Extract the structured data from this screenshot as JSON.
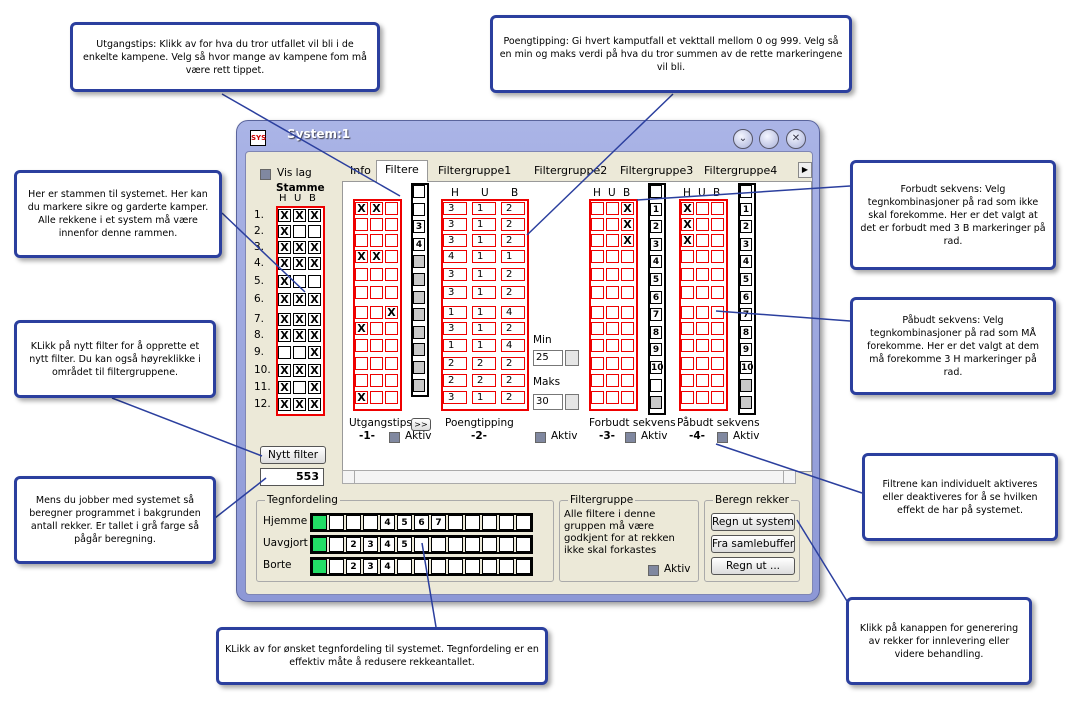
{
  "window": {
    "title": "System:1",
    "icon_text": "SYS",
    "minimize_icon": "chevron-down-icon",
    "restore_icon": "circle-icon",
    "close_icon": "close-icon"
  },
  "vis_lag": "Vis lag",
  "stamme": {
    "title": "Stamme",
    "headers": [
      "H",
      "U",
      "B"
    ],
    "rows": [
      {
        "label": "1.",
        "cells": [
          "X",
          "X",
          "X"
        ]
      },
      {
        "label": "2.",
        "cells": [
          "X",
          "",
          ""
        ]
      },
      {
        "label": "3.",
        "cells": [
          "X",
          "X",
          "X"
        ]
      },
      {
        "label": "4.",
        "cells": [
          "X",
          "X",
          "X"
        ]
      },
      {
        "label": "5.",
        "cells": [
          "X",
          "",
          ""
        ]
      },
      {
        "label": "6.",
        "cells": [
          "X",
          "X",
          "X"
        ]
      },
      {
        "label": "7.",
        "cells": [
          "X",
          "X",
          "X"
        ]
      },
      {
        "label": "8.",
        "cells": [
          "X",
          "X",
          "X"
        ]
      },
      {
        "label": "9.",
        "cells": [
          "",
          "",
          "X"
        ]
      },
      {
        "label": "10.",
        "cells": [
          "X",
          "X",
          "X"
        ]
      },
      {
        "label": "11.",
        "cells": [
          "X",
          "",
          "X"
        ]
      },
      {
        "label": "12.",
        "cells": [
          "X",
          "X",
          "X"
        ]
      }
    ]
  },
  "tabs": [
    "Info",
    "Filtere",
    "Filtergruppe1",
    "Filtergruppe2",
    "Filtergruppe3",
    "Filtergruppe4"
  ],
  "active_tab": "Filtere",
  "filter1": {
    "name": "Utgangstips",
    "index": "-1-",
    "aktiv": "Aktiv",
    "arrow": ">>",
    "rows": [
      [
        "X",
        "X",
        ""
      ],
      [
        "",
        "",
        ""
      ],
      [
        "",
        "",
        ""
      ],
      [
        "X",
        "X",
        ""
      ],
      [
        "",
        "",
        ""
      ],
      [
        "",
        "",
        ""
      ],
      [
        "",
        "",
        "X"
      ],
      [
        "X",
        "",
        ""
      ],
      [
        "",
        "",
        ""
      ],
      [
        "",
        "",
        ""
      ],
      [
        "",
        "",
        ""
      ],
      [
        "X",
        "",
        ""
      ]
    ],
    "counts": [
      "",
      "",
      "3",
      "4",
      "",
      "",
      "",
      "",
      "",
      "",
      "",
      ""
    ]
  },
  "filter2": {
    "name": "Poengtipping",
    "index": "-2-",
    "aktiv": "Aktiv",
    "headers": [
      "H",
      "U",
      "B"
    ],
    "rows": [
      [
        "3",
        "1",
        "2"
      ],
      [
        "3",
        "1",
        "2"
      ],
      [
        "3",
        "1",
        "2"
      ],
      [
        "4",
        "1",
        "1"
      ],
      [
        "3",
        "1",
        "2"
      ],
      [
        "3",
        "1",
        "2"
      ],
      [
        "1",
        "1",
        "4"
      ],
      [
        "3",
        "1",
        "2"
      ],
      [
        "1",
        "1",
        "4"
      ],
      [
        "2",
        "2",
        "2"
      ],
      [
        "2",
        "2",
        "2"
      ],
      [
        "3",
        "1",
        "2"
      ]
    ],
    "min_label": "Min",
    "min_value": "25",
    "max_label": "Maks",
    "max_value": "30"
  },
  "filter3": {
    "name": "Forbudt sekvens",
    "index": "-3-",
    "aktiv": "Aktiv",
    "headers": [
      "H",
      "U",
      "B"
    ],
    "rows": [
      [
        "",
        "",
        "X"
      ],
      [
        "",
        "",
        "X"
      ],
      [
        "",
        "",
        "X"
      ],
      [
        "",
        "",
        ""
      ],
      [
        "",
        "",
        ""
      ],
      [
        "",
        "",
        ""
      ],
      [
        "",
        "",
        ""
      ],
      [
        "",
        "",
        ""
      ],
      [
        "",
        "",
        ""
      ],
      [
        "",
        "",
        ""
      ],
      [
        "",
        "",
        ""
      ],
      [
        "",
        "",
        ""
      ]
    ],
    "counts": [
      "",
      "1",
      "2",
      "3",
      "4",
      "5",
      "6",
      "7",
      "8",
      "9",
      "10",
      "",
      ""
    ]
  },
  "filter4": {
    "name": "Påbudt sekvens",
    "index": "-4-",
    "aktiv": "Aktiv",
    "headers": [
      "H",
      "U",
      "B"
    ],
    "rows": [
      [
        "X",
        "",
        ""
      ],
      [
        "X",
        "",
        ""
      ],
      [
        "X",
        "",
        ""
      ],
      [
        "",
        "",
        ""
      ],
      [
        "",
        "",
        ""
      ],
      [
        "",
        "",
        ""
      ],
      [
        "",
        "",
        ""
      ],
      [
        "",
        "",
        ""
      ],
      [
        "",
        "",
        ""
      ],
      [
        "",
        "",
        ""
      ],
      [
        "",
        "",
        ""
      ],
      [
        "",
        "",
        ""
      ]
    ],
    "counts": [
      "",
      "1",
      "2",
      "3",
      "4",
      "5",
      "6",
      "7",
      "8",
      "9",
      "10",
      "",
      ""
    ]
  },
  "nytt_filter": "Nytt filter",
  "antall_rekker": "553",
  "tegnfordeling": {
    "title": "Tegnfordeling",
    "rows": [
      {
        "label": "Hjemme",
        "cells": [
          "on",
          "",
          "",
          "",
          "4",
          "5",
          "6",
          "7",
          "",
          "",
          "",
          "",
          ""
        ]
      },
      {
        "label": "Uavgjort",
        "cells": [
          "on",
          "",
          "2",
          "3",
          "4",
          "5",
          "",
          "",
          "",
          "",
          "",
          "",
          ""
        ]
      },
      {
        "label": "Borte",
        "cells": [
          "on",
          "",
          "2",
          "3",
          "4",
          "",
          "",
          "",
          "",
          "",
          "",
          "",
          ""
        ]
      }
    ]
  },
  "filtergruppe": {
    "title": "Filtergruppe",
    "text": "Alle filtere i denne gruppen må være godkjent for at rekken ikke skal forkastes",
    "aktiv": "Aktiv"
  },
  "beregn": {
    "title": "Beregn rekker",
    "buttons": [
      "Regn ut system",
      "Fra samlebuffer",
      "Regn ut ..."
    ]
  },
  "callouts": {
    "utgangstips": "Utgangstips: Klikk av for hva du tror utfallet vil bli i de enkelte kampene. Velg så hvor mange av kampene fom må være rett tippet.",
    "poengtipping": "Poengtipping: Gi hvert kamputfall et vekttall mellom 0 og 999. Velg så en min og maks verdi på hva du tror summen av de rette markeringene vil bli.",
    "stamme": "Her er stammen til systemet. Her kan du markere sikre og garderte kamper. Alle rekkene i et system må være innenfor denne rammen.",
    "nytt_filter": "KLikk på nytt filter for å opprette et nytt filter. Du kan også høyreklikke i området til filtergruppene.",
    "beregning": "Mens du jobber med systemet så beregner programmet i bakgrunden antall rekker. Er tallet i grå farge så pågår beregning.",
    "forbudt": "Forbudt sekvens: Velg tegnkombinasjoner på rad som ikke skal forekomme. Her er det valgt at det er forbudt med 3 B markeringer på rad.",
    "paabudt": "Påbudt sekvens: Velg tegnkombinasjoner på rad som MÅ forekomme. Her er det valgt at dem må forekomme 3 H markeringer på rad.",
    "aktiv": "Filtrene kan individuelt aktiveres eller deaktiveres for å se hvilken effekt de har på systemet.",
    "regn_ut": "Klikk på kanappen for generering av rekker for innlevering eller videre behandling.",
    "tegnfordeling": "KLikk av for ønsket tegnfordeling til systemet. Tegnfordeling er en effektiv måte å redusere rekkeantallet."
  },
  "colors": {
    "accent": "#2b3f9e",
    "grid_red": "#ee0000",
    "green": "#22dd66"
  }
}
